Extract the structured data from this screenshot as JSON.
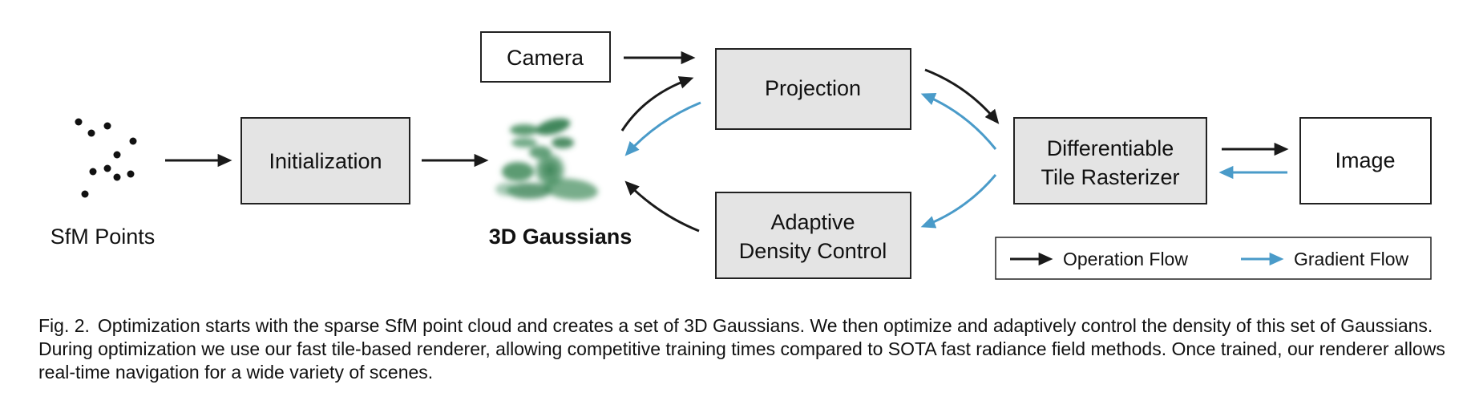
{
  "diagram": {
    "nodes": {
      "sfm_points": "SfM Points",
      "initialization": "Initialization",
      "gaussians": "3D Gaussians",
      "camera": "Camera",
      "projection": "Projection",
      "adaptive_line1": "Adaptive",
      "adaptive_line2": "Density Control",
      "rasterizer_line1": "Differentiable",
      "rasterizer_line2": "Tile Rasterizer",
      "image": "Image"
    },
    "legend": {
      "operation_flow": "Operation Flow",
      "gradient_flow": "Gradient Flow"
    },
    "colors": {
      "operation": "#1a1a1a",
      "gradient": "#4a9bc9",
      "box_fill": "#e4e4e4",
      "gaussian": "#2e7a4a"
    }
  },
  "caption": {
    "fig_num": "Fig. 2.",
    "text": "Optimization starts with the sparse SfM point cloud and creates a set of 3D Gaussians. We then optimize and adaptively control the density of this set of Gaussians. During optimization we use our fast tile-based renderer, allowing competitive training times compared to SOTA fast radiance field methods. Once trained, our renderer allows real-time navigation for a wide variety of scenes."
  }
}
